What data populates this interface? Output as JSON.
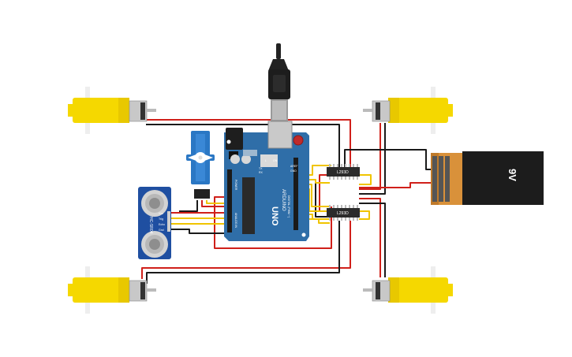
{
  "arduino": {
    "brand": "ARDUINO",
    "model": "UNO",
    "aref_label": "AREF",
    "gnd_label": "GND",
    "power_label": "POWER",
    "analog_in_label": "ANALOG IN",
    "digital_label": "DIGITAL (PWM ~)",
    "tx_label": "TX",
    "rx_label": "RX",
    "on_label": "ON",
    "l_label": "L"
  },
  "driver_chips": [
    {
      "label": "L293D"
    },
    {
      "label": "L293D"
    }
  ],
  "ultrasonic_sensor": {
    "model": "HC-SR04",
    "pins": [
      "Vcc",
      "Trig",
      "Echo",
      "Gnd"
    ]
  },
  "battery": {
    "label": "9V"
  },
  "motors": [
    {
      "position": "top-left"
    },
    {
      "position": "top-right"
    },
    {
      "position": "bottom-left"
    },
    {
      "position": "bottom-right"
    }
  ],
  "servo": {
    "name": "micro servo"
  },
  "colors": {
    "motor_yellow": "#f5d800",
    "board_blue": "#2f6ea8",
    "wire_red": "#d0201a",
    "wire_black": "#1a1a1a",
    "wire_yellow": "#f0c400",
    "battery_orange": "#d9913a"
  }
}
